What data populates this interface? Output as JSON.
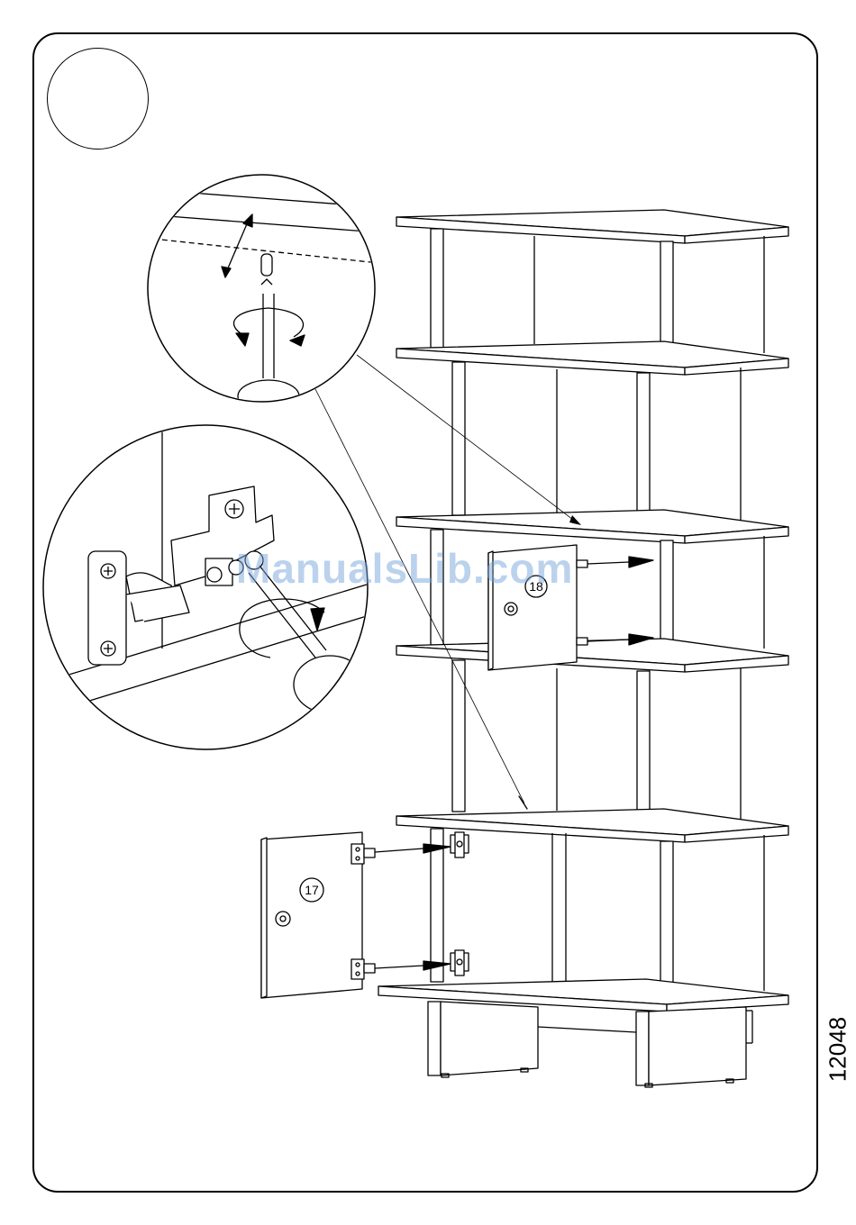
{
  "parts": {
    "door_upper": "18",
    "door_lower": "17"
  },
  "document_code": "12048",
  "watermark": "ManualsLib.com",
  "colors": {
    "line": "#000000",
    "panel": "#ffffff",
    "watermark": "#78a5dc"
  },
  "icons": [
    "hinge-icon",
    "screw-icon",
    "screwdriver-icon",
    "rotation-arrow-icon",
    "arrow-icon"
  ]
}
